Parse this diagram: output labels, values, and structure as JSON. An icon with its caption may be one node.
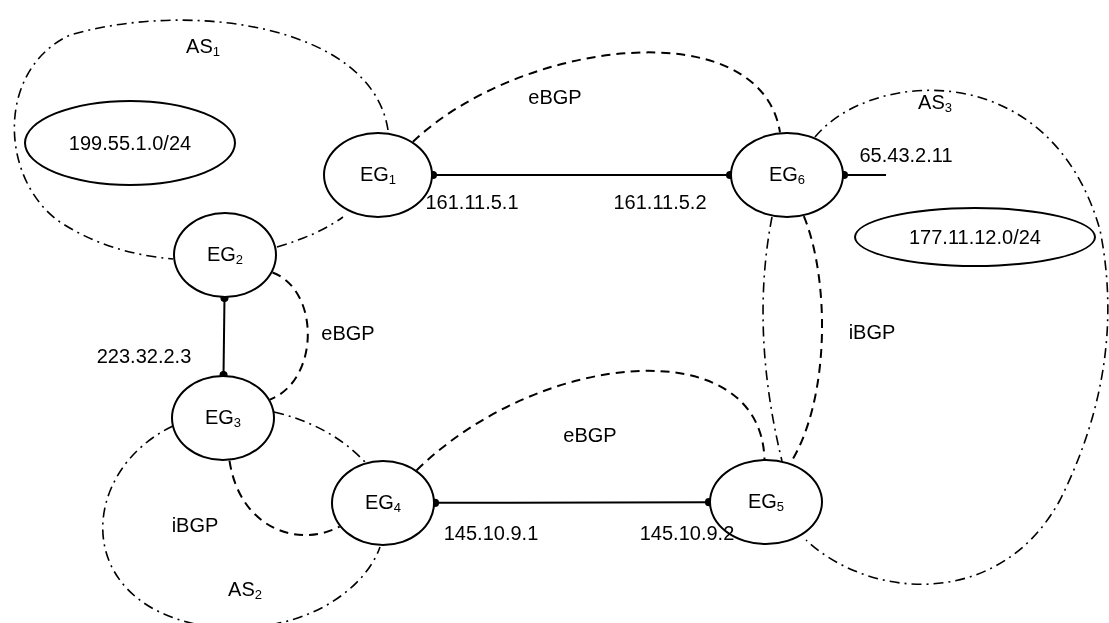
{
  "diagram": {
    "nodes": [
      {
        "text": [
          "199.55.1.0/24"
        ]
      },
      {
        "text": [
          "EG$_{1}$"
        ]
      },
      {
        "text": [
          "EG$_{6}$"
        ]
      },
      {
        "text": [
          "EG$_{2}$"
        ]
      },
      {
        "text": [
          "177.11.12.0/24"
        ]
      },
      {
        "text": [
          "EG$_{3}$"
        ]
      },
      {
        "text": [
          "EG$_{4}$"
        ]
      },
      {
        "text": [
          "EG$_{5}$"
        ]
      }
    ],
    "edges": [
      {
        "from": 1,
        "to": 2,
        "arrow": "other"
      },
      {
        "from": 1,
        "to": 2,
        "arrow": "none",
        "style": "dashed",
        "label": "eBGP"
      },
      {
        "from": 3,
        "to": 5,
        "arrow": "other"
      },
      {
        "from": 3,
        "to": 5,
        "arrow": "none",
        "style": "dashed",
        "label": "eBGP"
      },
      {
        "from": 5,
        "to": 6,
        "arrow": "none",
        "style": "dashed",
        "label": "iBGP"
      },
      {
        "from": 6,
        "to": 7,
        "arrow": "other"
      },
      {
        "from": 6,
        "to": 7,
        "arrow": "none",
        "style": "dashed",
        "label": "eBGP"
      },
      {
        "from": 2,
        "to": 7,
        "arrow": "none",
        "style": "dashed",
        "label": "iBGP"
      },
      {
        "from": 2,
        "to": null,
        "arrow": "other"
      }
    ],
    "labels": [
      "AS$_{1}$",
      "AS$_{3}$",
      "161.11.5.1",
      "161.11.5.2",
      "65.43.2.11",
      "223.32.2.3",
      "AS$_{2}$",
      "145.10.9.1",
      "145.10.9.2"
    ]
  }
}
